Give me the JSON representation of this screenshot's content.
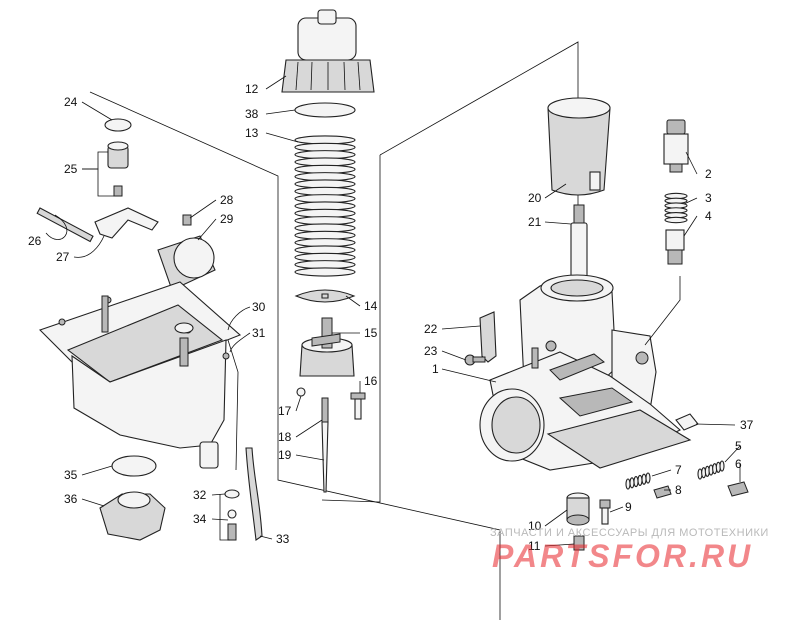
{
  "callouts": [
    "1",
    "2",
    "3",
    "4",
    "5",
    "6",
    "7",
    "8",
    "9",
    "10",
    "11",
    "12",
    "13",
    "14",
    "15",
    "16",
    "17",
    "18",
    "19",
    "20",
    "21",
    "22",
    "23",
    "24",
    "25",
    "26",
    "27",
    "28",
    "29",
    "30",
    "31",
    "32",
    "33",
    "34",
    "35",
    "36",
    "37",
    "38"
  ],
  "watermark": {
    "text": "ЗАПЧАСТИ И АКСЕССУАРЫ ДЛЯ МОТОТЕХНИКИ",
    "logo": "PARTSFOR.RU",
    "color": "#e8262b"
  }
}
